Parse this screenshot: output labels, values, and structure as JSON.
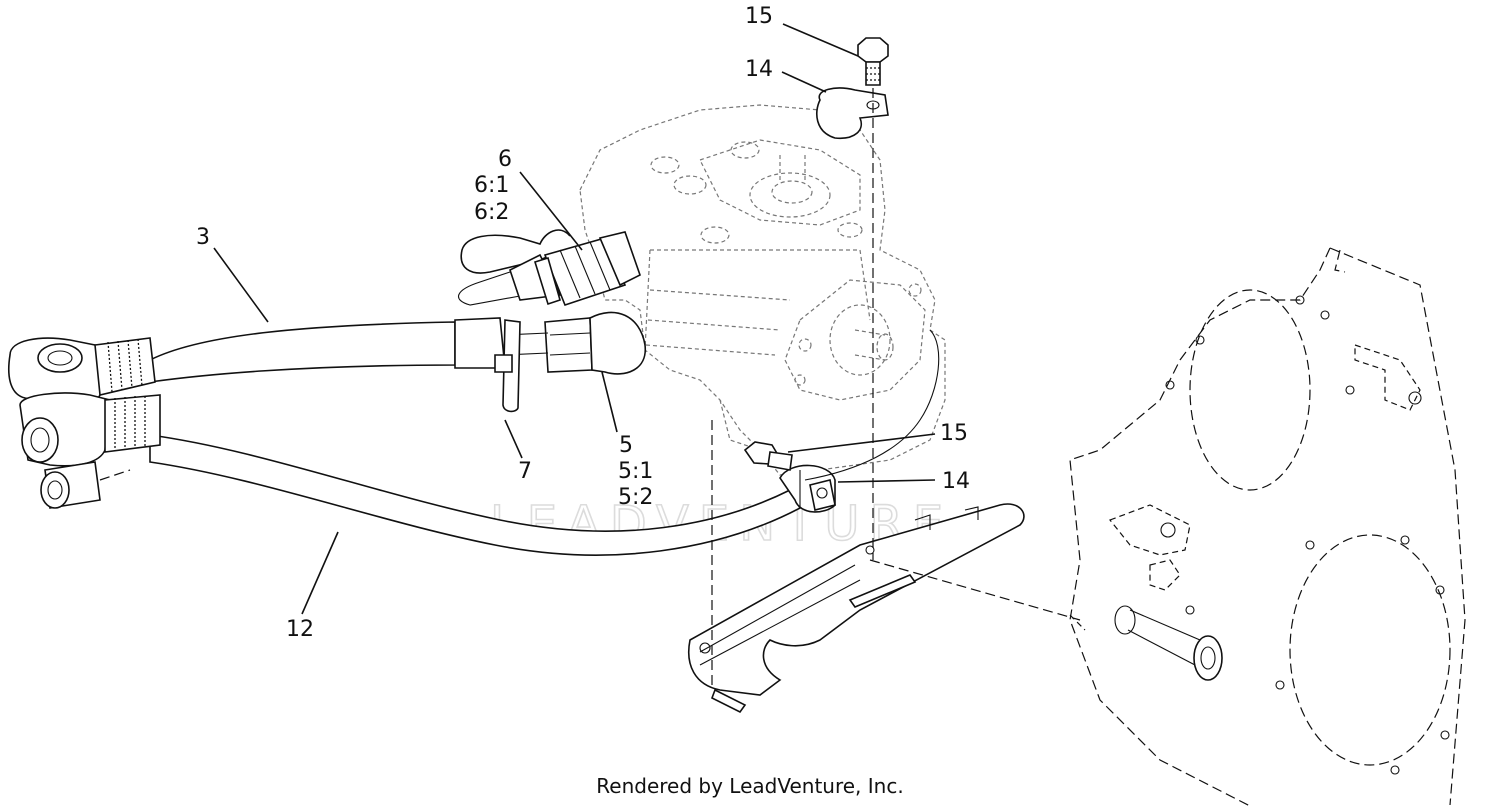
{
  "callouts": [
    {
      "id": "c15a",
      "lines": [
        "15"
      ]
    },
    {
      "id": "c14a",
      "lines": [
        "14"
      ]
    },
    {
      "id": "c6",
      "lines": [
        "6",
        "6:1",
        "6:2"
      ]
    },
    {
      "id": "c3",
      "lines": [
        "3"
      ]
    },
    {
      "id": "c7",
      "lines": [
        "7"
      ]
    },
    {
      "id": "c5",
      "lines": [
        "5",
        "5:1",
        "5:2"
      ]
    },
    {
      "id": "c15b",
      "lines": [
        "15"
      ]
    },
    {
      "id": "c14b",
      "lines": [
        "14"
      ]
    },
    {
      "id": "c12",
      "lines": [
        "12"
      ]
    }
  ],
  "watermark": "LEADVENTURE",
  "footer": "Rendered by LeadVenture, Inc."
}
